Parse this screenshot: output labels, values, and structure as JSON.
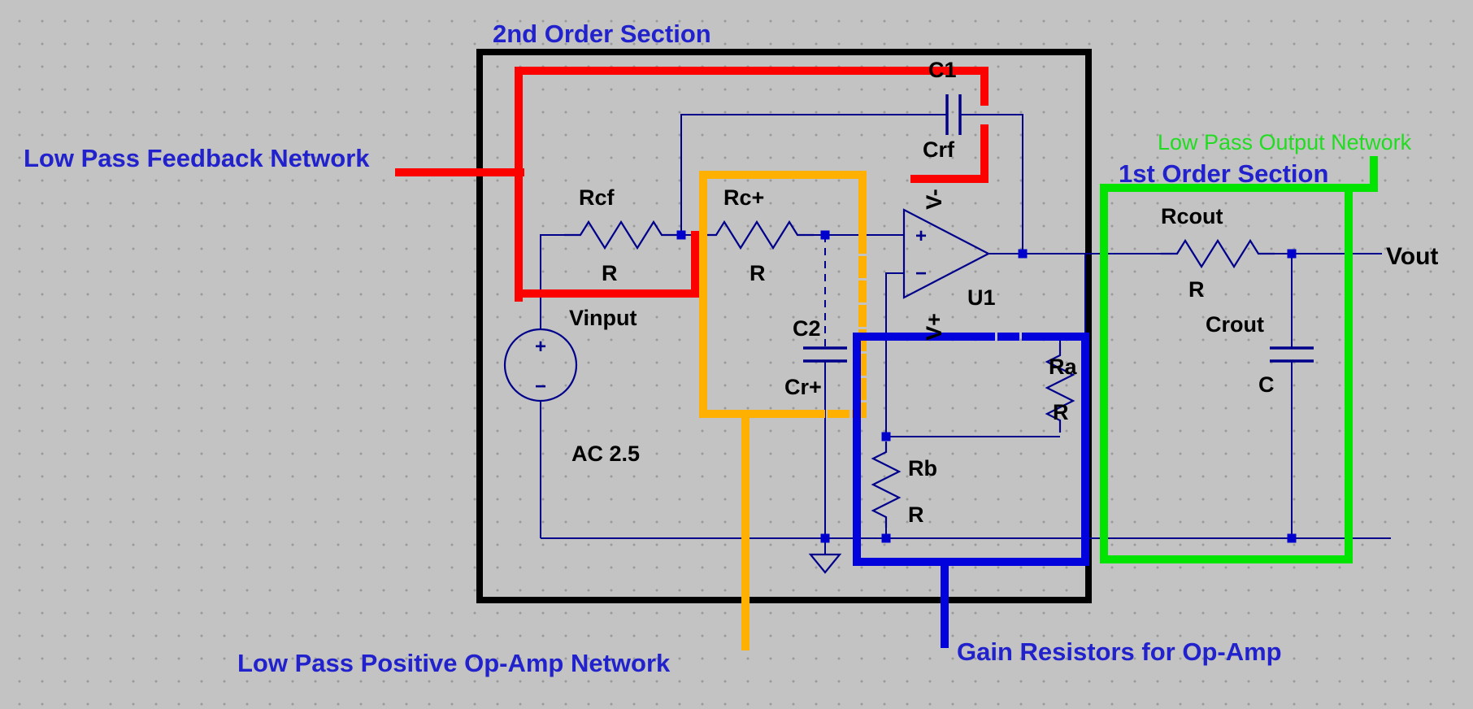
{
  "titles": {
    "second_order": "2nd Order Section",
    "first_order": "1st Order Section"
  },
  "annotations": {
    "feedback_network": "Low Pass Feedback Network",
    "output_network": "Low Pass Output Network",
    "positive_network": "Low Pass Positive Op-Amp Network",
    "gain_resistors": "Gain Resistors for Op-Amp"
  },
  "components": {
    "c1": {
      "ref": "C1",
      "value": "Crf"
    },
    "rcf": {
      "ref": "Rcf",
      "value": "R"
    },
    "rc_plus": {
      "ref": "Rc+",
      "value": "R"
    },
    "vinput": {
      "ref": "Vinput",
      "value": "AC 2.5",
      "plus": "+",
      "minus": "−"
    },
    "u1": {
      "ref": "U1",
      "vminus": "V-",
      "vplus": "V+",
      "in_plus": "+",
      "in_minus": "−"
    },
    "c2": {
      "ref": "C2",
      "value": "Cr+"
    },
    "ra": {
      "ref": "Ra",
      "value": "R"
    },
    "rb": {
      "ref": "Rb",
      "value": "R"
    },
    "rcout": {
      "ref": "Rcout",
      "value": "R"
    },
    "crout": {
      "ref": "Crout",
      "value": "C"
    }
  },
  "nets": {
    "vout": "Vout"
  },
  "colors": {
    "background": "#c3c3c3",
    "grid_dot": "#9b9b9b",
    "wire": "#00008b",
    "junction": "#0000cd",
    "section_box": "#000000",
    "component_label": "#000000",
    "annotation_blue": "#2222cc",
    "annotation_green": "#21dc21",
    "highlight_red": "#fb0200",
    "highlight_orange": "#ffb000",
    "highlight_blue": "#0202dd",
    "highlight_green": "#00e400"
  }
}
